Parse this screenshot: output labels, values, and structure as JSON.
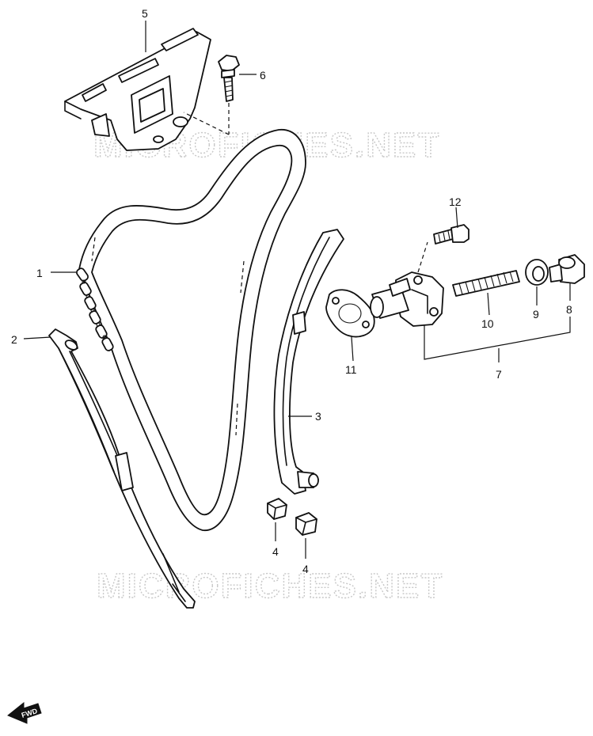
{
  "watermarks": [
    "MICROFICHES.NET",
    "MICROFICHES.NET"
  ],
  "direction_badge": "FWD",
  "callouts": [
    {
      "id": "1",
      "label": "1"
    },
    {
      "id": "2",
      "label": "2"
    },
    {
      "id": "3",
      "label": "3"
    },
    {
      "id": "4a",
      "label": "4"
    },
    {
      "id": "4b",
      "label": "4"
    },
    {
      "id": "5",
      "label": "5"
    },
    {
      "id": "6",
      "label": "6"
    },
    {
      "id": "7",
      "label": "7"
    },
    {
      "id": "8",
      "label": "8"
    },
    {
      "id": "9",
      "label": "9"
    },
    {
      "id": "10",
      "label": "10"
    },
    {
      "id": "11",
      "label": "11"
    },
    {
      "id": "12",
      "label": "12"
    }
  ],
  "colors": {
    "ink": "#111111",
    "watermark": "#c8c8c8",
    "background": "#ffffff"
  }
}
